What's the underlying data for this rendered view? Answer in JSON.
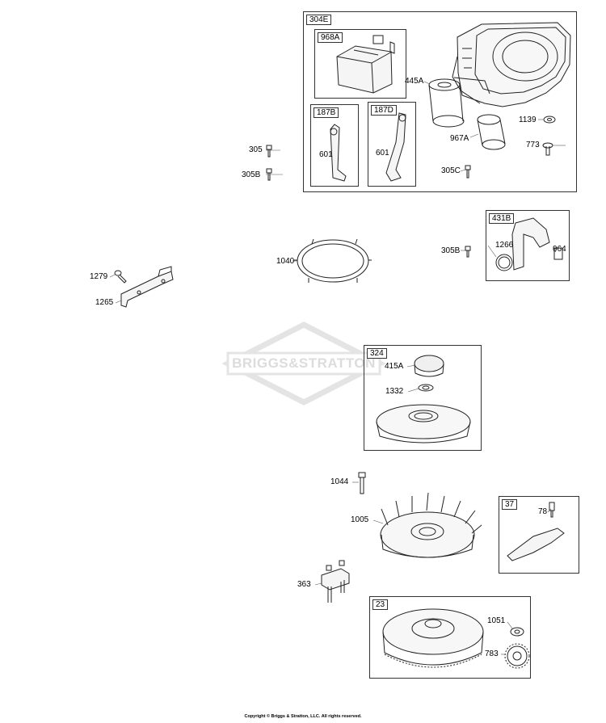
{
  "watermark": {
    "brand": "BRIGGS&STRATTON"
  },
  "boxes": {
    "b304E": "304E",
    "b968A": "968A",
    "b187B": "187B",
    "b187D": "187D",
    "b431B": "431B",
    "b324": "324",
    "b37": "37",
    "b23": "23"
  },
  "labels": {
    "p445A": "445A",
    "p1139": "1139",
    "p967A": "967A",
    "p773": "773",
    "p305C": "305C",
    "p601a": "601",
    "p601b": "601",
    "p305": "305",
    "p305B": "305B",
    "p1040": "1040",
    "p305B2": "305B",
    "p1266": "1266",
    "p964": "964",
    "p1279": "1279",
    "p1265": "1265",
    "p415A": "415A",
    "p1332": "1332",
    "p1044": "1044",
    "p1005": "1005",
    "p78": "78",
    "p363": "363",
    "p1051": "1051",
    "p783": "783"
  },
  "footer": {
    "copyright": "Copyright © Briggs & Stratton, LLC. All rights reserved."
  }
}
